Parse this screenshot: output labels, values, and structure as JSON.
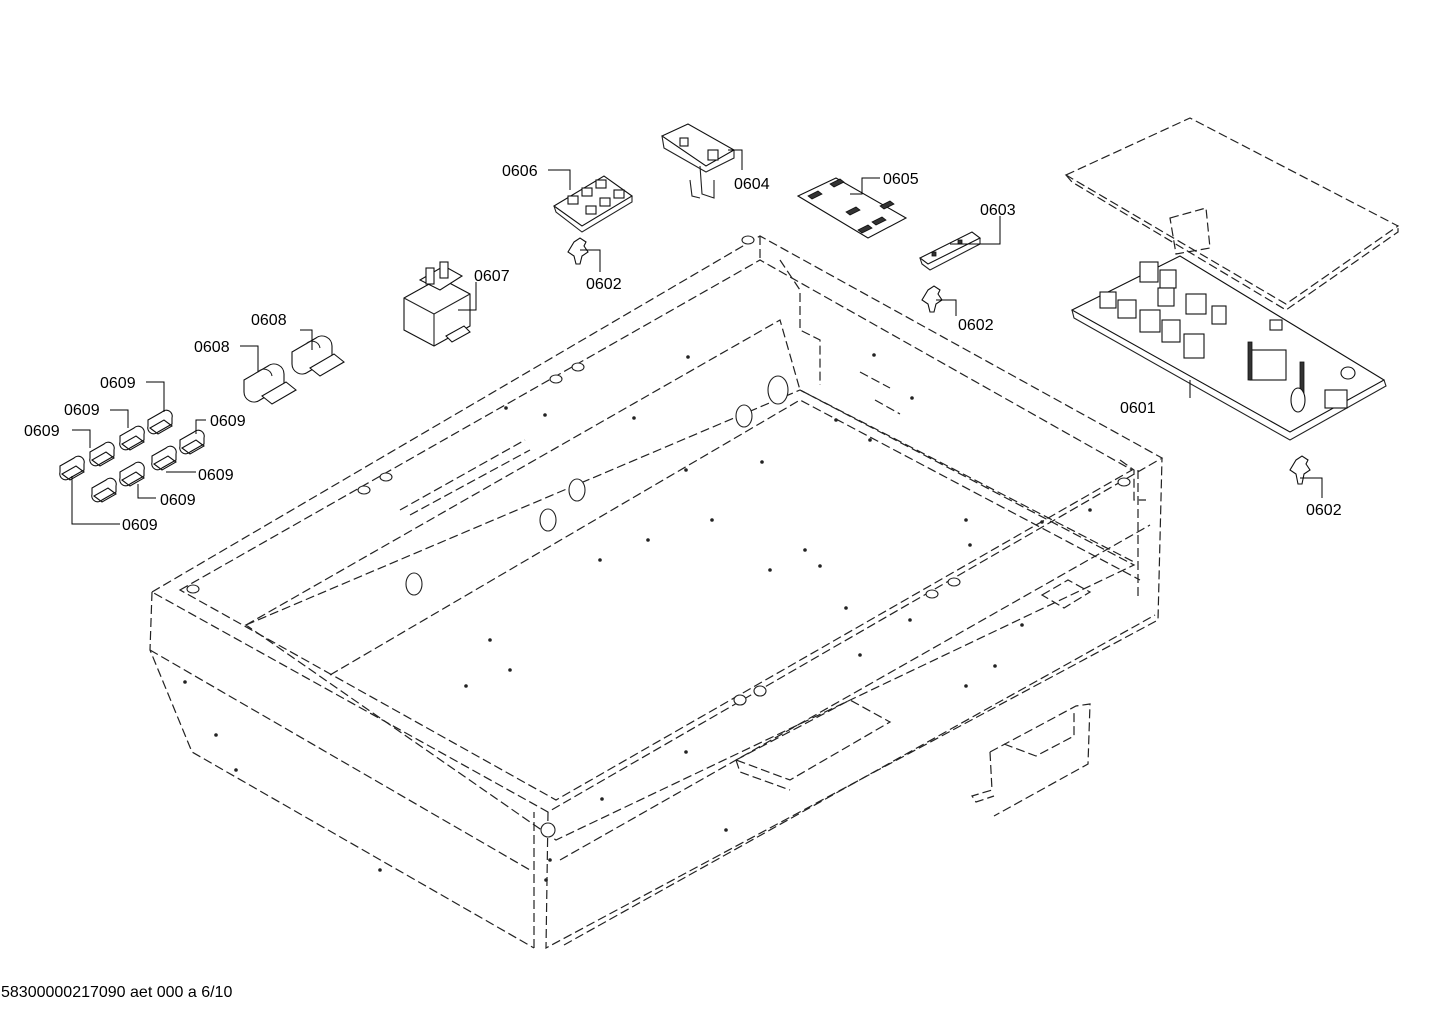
{
  "diagram": {
    "footer": "58300000217090 aet 000 a 6/10",
    "callouts": {
      "c0601": "0601",
      "c0602a": "0602",
      "c0602b": "0602",
      "c0602c": "0602",
      "c0603": "0603",
      "c0604": "0604",
      "c0605": "0605",
      "c0606": "0606",
      "c0607": "0607",
      "c0608a": "0608",
      "c0608b": "0608",
      "c0609a": "0609",
      "c0609b": "0609",
      "c0609c": "0609",
      "c0609d": "0609",
      "c0609e": "0609",
      "c0609f": "0609",
      "c0609g": "0609"
    }
  }
}
